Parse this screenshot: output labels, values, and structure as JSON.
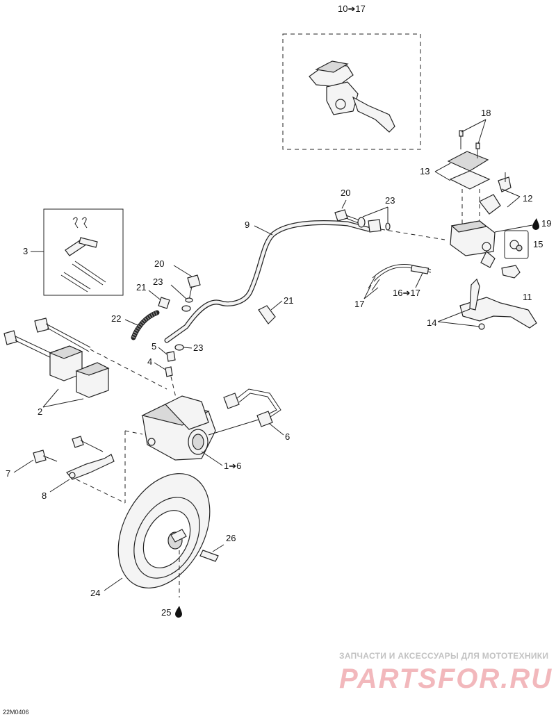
{
  "labels": {
    "top_ref": "10➔17",
    "n1": "1➔6",
    "n2": "2",
    "n3": "3",
    "n4": "4",
    "n5": "5",
    "n6": "6",
    "n7": "7",
    "n8": "8",
    "n9": "9",
    "n11": "11",
    "n12": "12",
    "n13": "13",
    "n14": "14",
    "n15": "15",
    "n16": "16➔17",
    "n17": "17",
    "n18": "18",
    "n19": "19",
    "n20_a": "20",
    "n20_b": "20",
    "n21_a": "21",
    "n21_b": "21",
    "n22": "22",
    "n23_a": "23",
    "n23_b": "23",
    "n23_c": "23",
    "n24": "24",
    "n25": "25",
    "n26": "26"
  },
  "watermark": {
    "line1": "ЗАПЧАСТИ И АКСЕССУАРЫ ДЛЯ МОТОТЕХНИКИ",
    "line2": "PARTSFOR.RU"
  },
  "figure_code": "22M0406",
  "icons": {
    "oil_drop": "oil-drop-icon",
    "arrow": "arrow-right-icon"
  },
  "colors": {
    "line": "#222222",
    "watermark_red": "#f2b8bc",
    "watermark_gray": "#c2c2c2"
  }
}
